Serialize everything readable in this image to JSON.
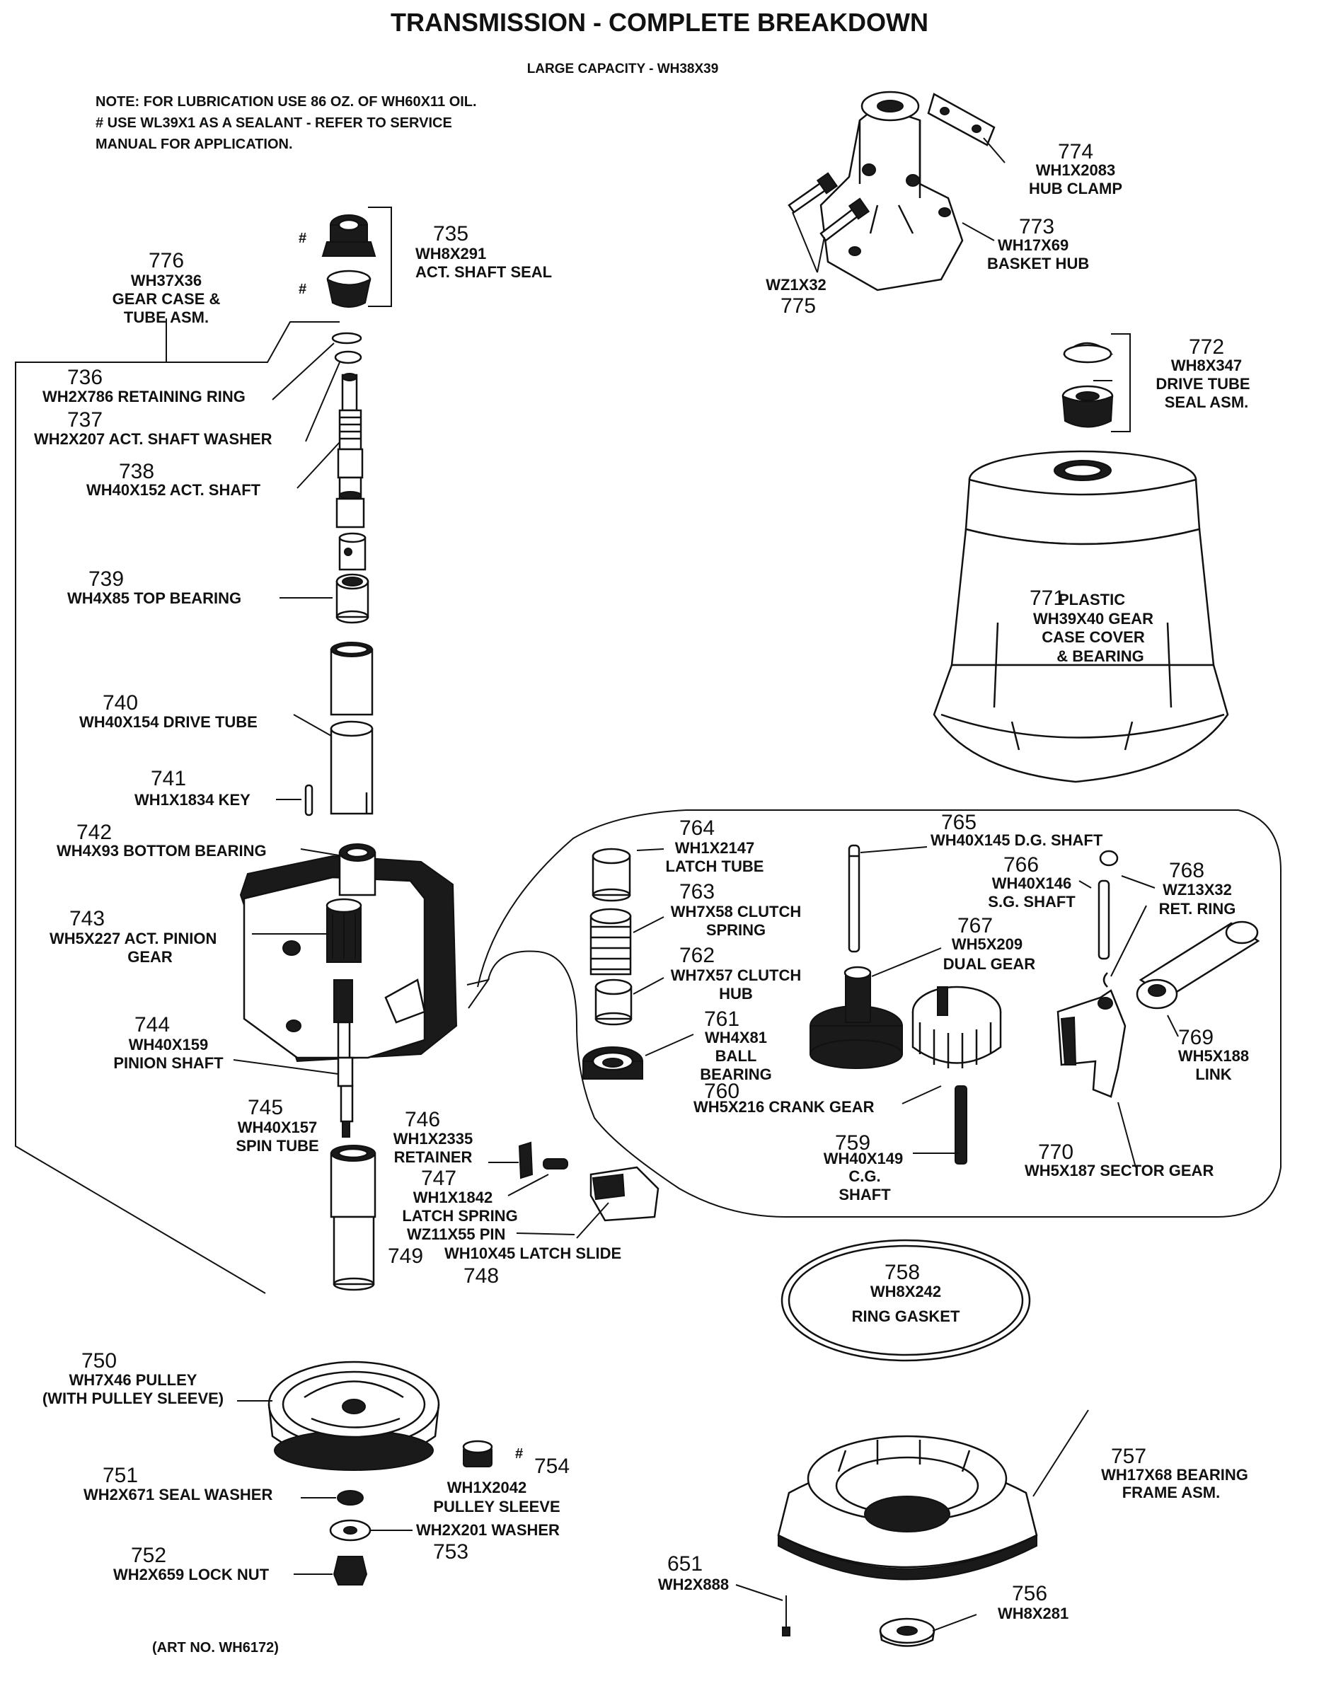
{
  "title": "TRANSMISSION - COMPLETE BREAKDOWN",
  "subtitle": "LARGE CAPACITY - WH38X39",
  "notes": [
    "NOTE: FOR LUBRICATION USE 86 OZ. OF WH60X11 OIL.",
    "# USE WL39X1 AS A SEALANT - REFER TO SERVICE",
    "MANUAL FOR APPLICATION."
  ],
  "art_no": "(ART NO. WH6172)",
  "hash_mark": "#",
  "parts": {
    "p651": {
      "num": "651",
      "lines": [
        "WH2X888"
      ]
    },
    "p735": {
      "num": "735",
      "lines": [
        "WH8X291",
        "ACT. SHAFT SEAL"
      ]
    },
    "p736": {
      "num": "736",
      "lines": [
        "WH2X786 RETAINING RING"
      ]
    },
    "p737": {
      "num": "737",
      "lines": [
        "WH2X207 ACT. SHAFT WASHER"
      ]
    },
    "p738": {
      "num": "738",
      "lines": [
        "WH40X152 ACT. SHAFT"
      ]
    },
    "p739": {
      "num": "739",
      "lines": [
        "WH4X85 TOP BEARING"
      ]
    },
    "p740": {
      "num": "740",
      "lines": [
        "WH40X154 DRIVE TUBE"
      ]
    },
    "p741": {
      "num": "741",
      "lines": [
        "WH1X1834 KEY"
      ]
    },
    "p742": {
      "num": "742",
      "lines": [
        "WH4X93 BOTTOM BEARING"
      ]
    },
    "p743": {
      "num": "743",
      "lines": [
        "WH5X227 ACT. PINION",
        "GEAR"
      ]
    },
    "p744": {
      "num": "744",
      "lines": [
        "WH40X159",
        "PINION SHAFT"
      ]
    },
    "p745": {
      "num": "745",
      "lines": [
        "WH40X157",
        "SPIN TUBE"
      ]
    },
    "p746": {
      "num": "746",
      "lines": [
        "WH1X2335",
        "RETAINER"
      ]
    },
    "p747": {
      "num": "747",
      "lines": [
        "WH1X1842",
        "LATCH SPRING"
      ]
    },
    "p748": {
      "num": "748",
      "lines": [
        "WZ11X55 PIN",
        "WH10X45 LATCH SLIDE"
      ]
    },
    "p749": {
      "num": "749"
    },
    "p750": {
      "num": "750",
      "lines": [
        "WH7X46 PULLEY",
        "(WITH PULLEY SLEEVE)"
      ]
    },
    "p751": {
      "num": "751",
      "lines": [
        "WH2X671 SEAL WASHER"
      ]
    },
    "p752": {
      "num": "752",
      "lines": [
        "WH2X659 LOCK NUT"
      ]
    },
    "p753": {
      "num": "753",
      "lines": [
        "WH2X201 WASHER"
      ]
    },
    "p754": {
      "num": "754",
      "lines": [
        "WH1X2042",
        "PULLEY SLEEVE"
      ]
    },
    "p756": {
      "num": "756",
      "lines": [
        "WH8X281"
      ]
    },
    "p757": {
      "num": "757",
      "lines": [
        "WH17X68 BEARING",
        "FRAME ASM."
      ]
    },
    "p758": {
      "num": "758",
      "lines": [
        "WH8X242",
        "RING GASKET"
      ]
    },
    "p759": {
      "num": "759",
      "lines": [
        "WH40X149",
        "C.G.",
        "SHAFT"
      ]
    },
    "p760": {
      "num": "760",
      "lines": [
        "WH5X216 CRANK GEAR"
      ]
    },
    "p761": {
      "num": "761",
      "lines": [
        "WH4X81",
        "BALL",
        "BEARING"
      ]
    },
    "p762": {
      "num": "762",
      "lines": [
        "WH7X57 CLUTCH",
        "HUB"
      ]
    },
    "p763": {
      "num": "763",
      "lines": [
        "WH7X58 CLUTCH",
        "SPRING"
      ]
    },
    "p764": {
      "num": "764",
      "lines": [
        "WH1X2147",
        "LATCH TUBE"
      ]
    },
    "p765": {
      "num": "765",
      "lines": [
        "WH40X145 D.G. SHAFT"
      ]
    },
    "p766": {
      "num": "766",
      "lines": [
        "WH40X146",
        "S.G. SHAFT"
      ]
    },
    "p767": {
      "num": "767",
      "lines": [
        "WH5X209",
        "DUAL GEAR"
      ]
    },
    "p768": {
      "num": "768",
      "lines": [
        "WZ13X32",
        "RET. RING"
      ]
    },
    "p769": {
      "num": "769",
      "lines": [
        "WH5X188",
        "LINK"
      ]
    },
    "p770": {
      "num": "770",
      "lines": [
        "WH5X187 SECTOR GEAR"
      ]
    },
    "p771": {
      "num": "771",
      "lines": [
        "PLASTIC",
        "WH39X40 GEAR",
        "CASE COVER",
        "& BEARING"
      ]
    },
    "p772": {
      "num": "772",
      "lines": [
        "WH8X347",
        "DRIVE TUBE",
        "SEAL ASM."
      ]
    },
    "p773": {
      "num": "773",
      "lines": [
        "WH17X69",
        "BASKET HUB"
      ]
    },
    "p774": {
      "num": "774",
      "lines": [
        "WH1X2083",
        "HUB CLAMP"
      ]
    },
    "p775": {
      "num": "775",
      "lines": [
        "WZ1X32"
      ]
    },
    "p776": {
      "num": "776",
      "lines": [
        "WH37X36",
        "GEAR CASE &",
        "TUBE ASM."
      ]
    }
  }
}
